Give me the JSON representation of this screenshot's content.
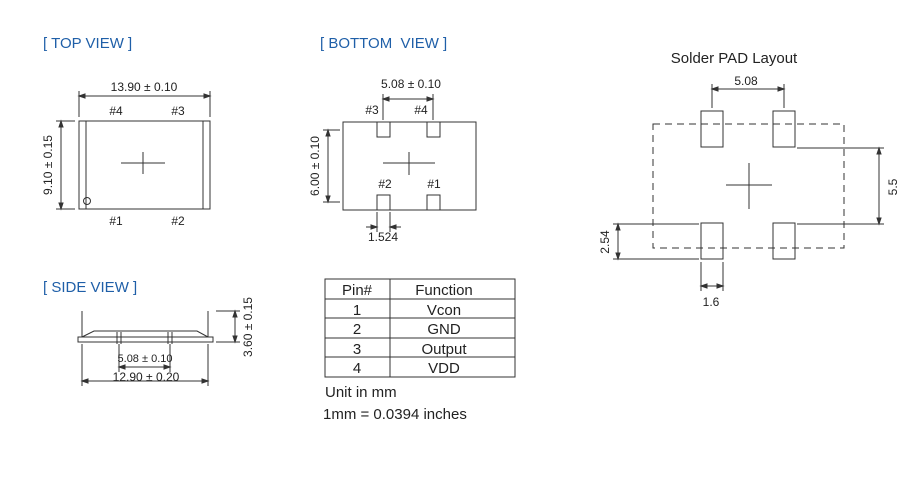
{
  "top_view": {
    "title": "[ TOP VIEW ]",
    "width_dim": "13.90 ± 0.10",
    "height_dim": "9.10 ± 0.15",
    "pin_labels": [
      "#4",
      "#3",
      "#1",
      "#2"
    ]
  },
  "bottom_view": {
    "title": "[ BOTTOM  VIEW ]",
    "pitch_dim": "5.08 ± 0.10",
    "height_dim": "6.00 ± 0.10",
    "pad_dim": "1.524",
    "pin_labels": [
      "#3",
      "#4",
      "#2",
      "#1"
    ]
  },
  "solder_pad": {
    "title": "Solder PAD Layout",
    "pitch_dim": "5.08",
    "row_dim": "5.5",
    "pad_length_dim": "2.54",
    "pad_width_dim": "1.6"
  },
  "side_view": {
    "title": "[ SIDE VIEW ]",
    "inner_dim": "5.08 ± 0.10",
    "length_dim": "12.90 ± 0.20",
    "height_dim": "3.60 ± 0.15"
  },
  "pin_table": {
    "headers": [
      "Pin#",
      "Function"
    ],
    "rows": [
      [
        "1",
        "Vcon"
      ],
      [
        "2",
        "GND"
      ],
      [
        "3",
        "Output"
      ],
      [
        "4",
        "VDD"
      ]
    ]
  },
  "units": {
    "line1": "Unit in mm",
    "line2": "1mm = 0.0394 inches"
  }
}
